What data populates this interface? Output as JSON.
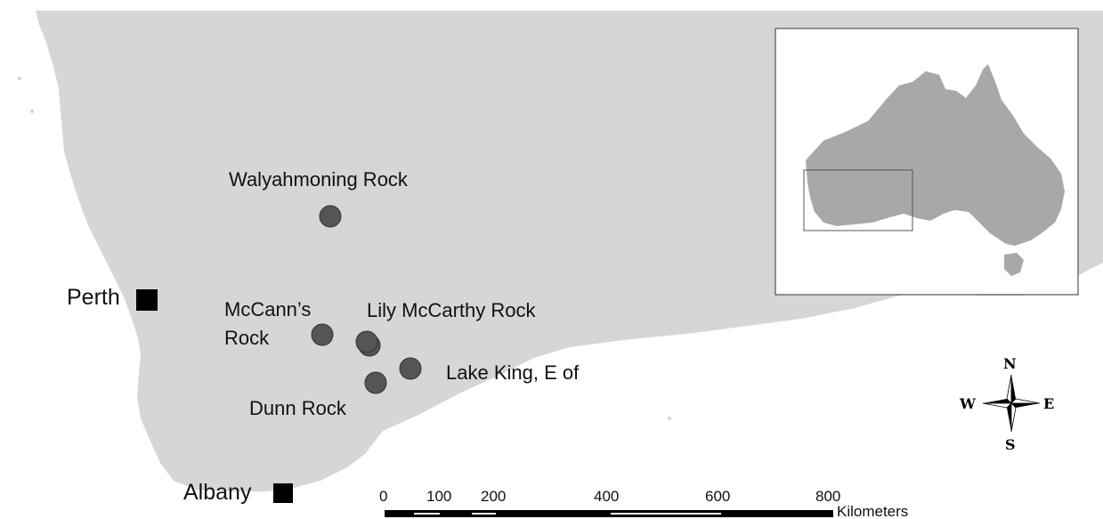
{
  "sites": [
    {
      "id": "walyahmoning",
      "label": "Walyahmoning Rock"
    },
    {
      "id": "mccanns",
      "label": "McCann’s\nRock"
    },
    {
      "id": "lily",
      "label": "Lily McCarthy Rock"
    },
    {
      "id": "lakeking",
      "label": "Lake King, E of"
    },
    {
      "id": "dunn",
      "label": "Dunn Rock"
    }
  ],
  "cities": [
    {
      "id": "perth",
      "label": "Perth"
    },
    {
      "id": "albany",
      "label": "Albany"
    }
  ],
  "scale_bar": {
    "labels": [
      "0",
      "100",
      "200",
      "400",
      "600",
      "800"
    ],
    "units": "Kilometers"
  },
  "compass": {
    "n": "N",
    "s": "S",
    "e": "E",
    "w": "W"
  },
  "colors": {
    "land": "#d6d6d6",
    "inset_land": "#a8a8a8",
    "site_marker": "#555555",
    "city_marker": "#000000"
  }
}
